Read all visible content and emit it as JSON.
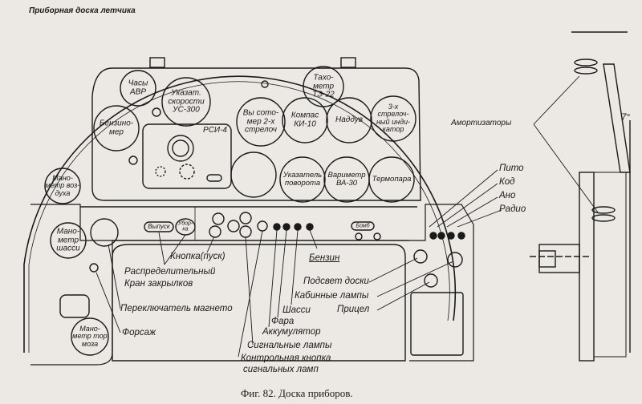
{
  "title": "Приборная доска летчика",
  "caption": "Фиг. 82. Доска приборов.",
  "instruments": {
    "clock": "Часы\nАВР",
    "airspeed": "Указат.\nскорости\nУС-300",
    "fuel_gauge": "Бензино-\nмер",
    "radio": "РСИ-4",
    "altimeter": "Вы сото-\nмер 2-х\nстрелоч",
    "compass": "Компас\nКИ-10",
    "tachometer": "Тахо-\nметр\nТЭ-22",
    "boost": "Наддув",
    "indicator": "3-х\nстрелоч-\nный инди-\nкатор",
    "turn_indicator": "Указатель\nповорота",
    "variometer": "Вариметр\nВА-30",
    "thermocouple": "Термопара",
    "air_pressure": "Мано-\nметр воз-\nдуха",
    "gear_pressure": "Мано-\nметр\nшасси",
    "brake_pressure": "Мано-\nметр тор\nмоза",
    "release": "Выпуск",
    "retract": "Убор-\nка",
    "bomb": "Бомб"
  },
  "labels": {
    "start_button": "Кнопка(пуск)",
    "flap_valve_1": "Распределительный",
    "flap_valve_2": "Кран закрылков",
    "magneto": "Переключатель магнето",
    "boost_override": "Форсаж",
    "fuel": "Бензин",
    "panel_light": "Подсвет доски",
    "cabin_lamps": "Кабинные лампы",
    "sight": "Прицел",
    "gear": "Шасси",
    "headlight": "Фара",
    "battery": "Аккумулятор",
    "signal_lamps": "Сигнальные лампы",
    "test_button_1": "Контрольная кнопка",
    "test_button_2": "сигнальных ламп",
    "pitot": "Пито",
    "code": "Код",
    "nav_lights": "Ано",
    "radio_sw": "Радио",
    "shock_absorbers": "Амортизаторы",
    "angle": "7°"
  }
}
